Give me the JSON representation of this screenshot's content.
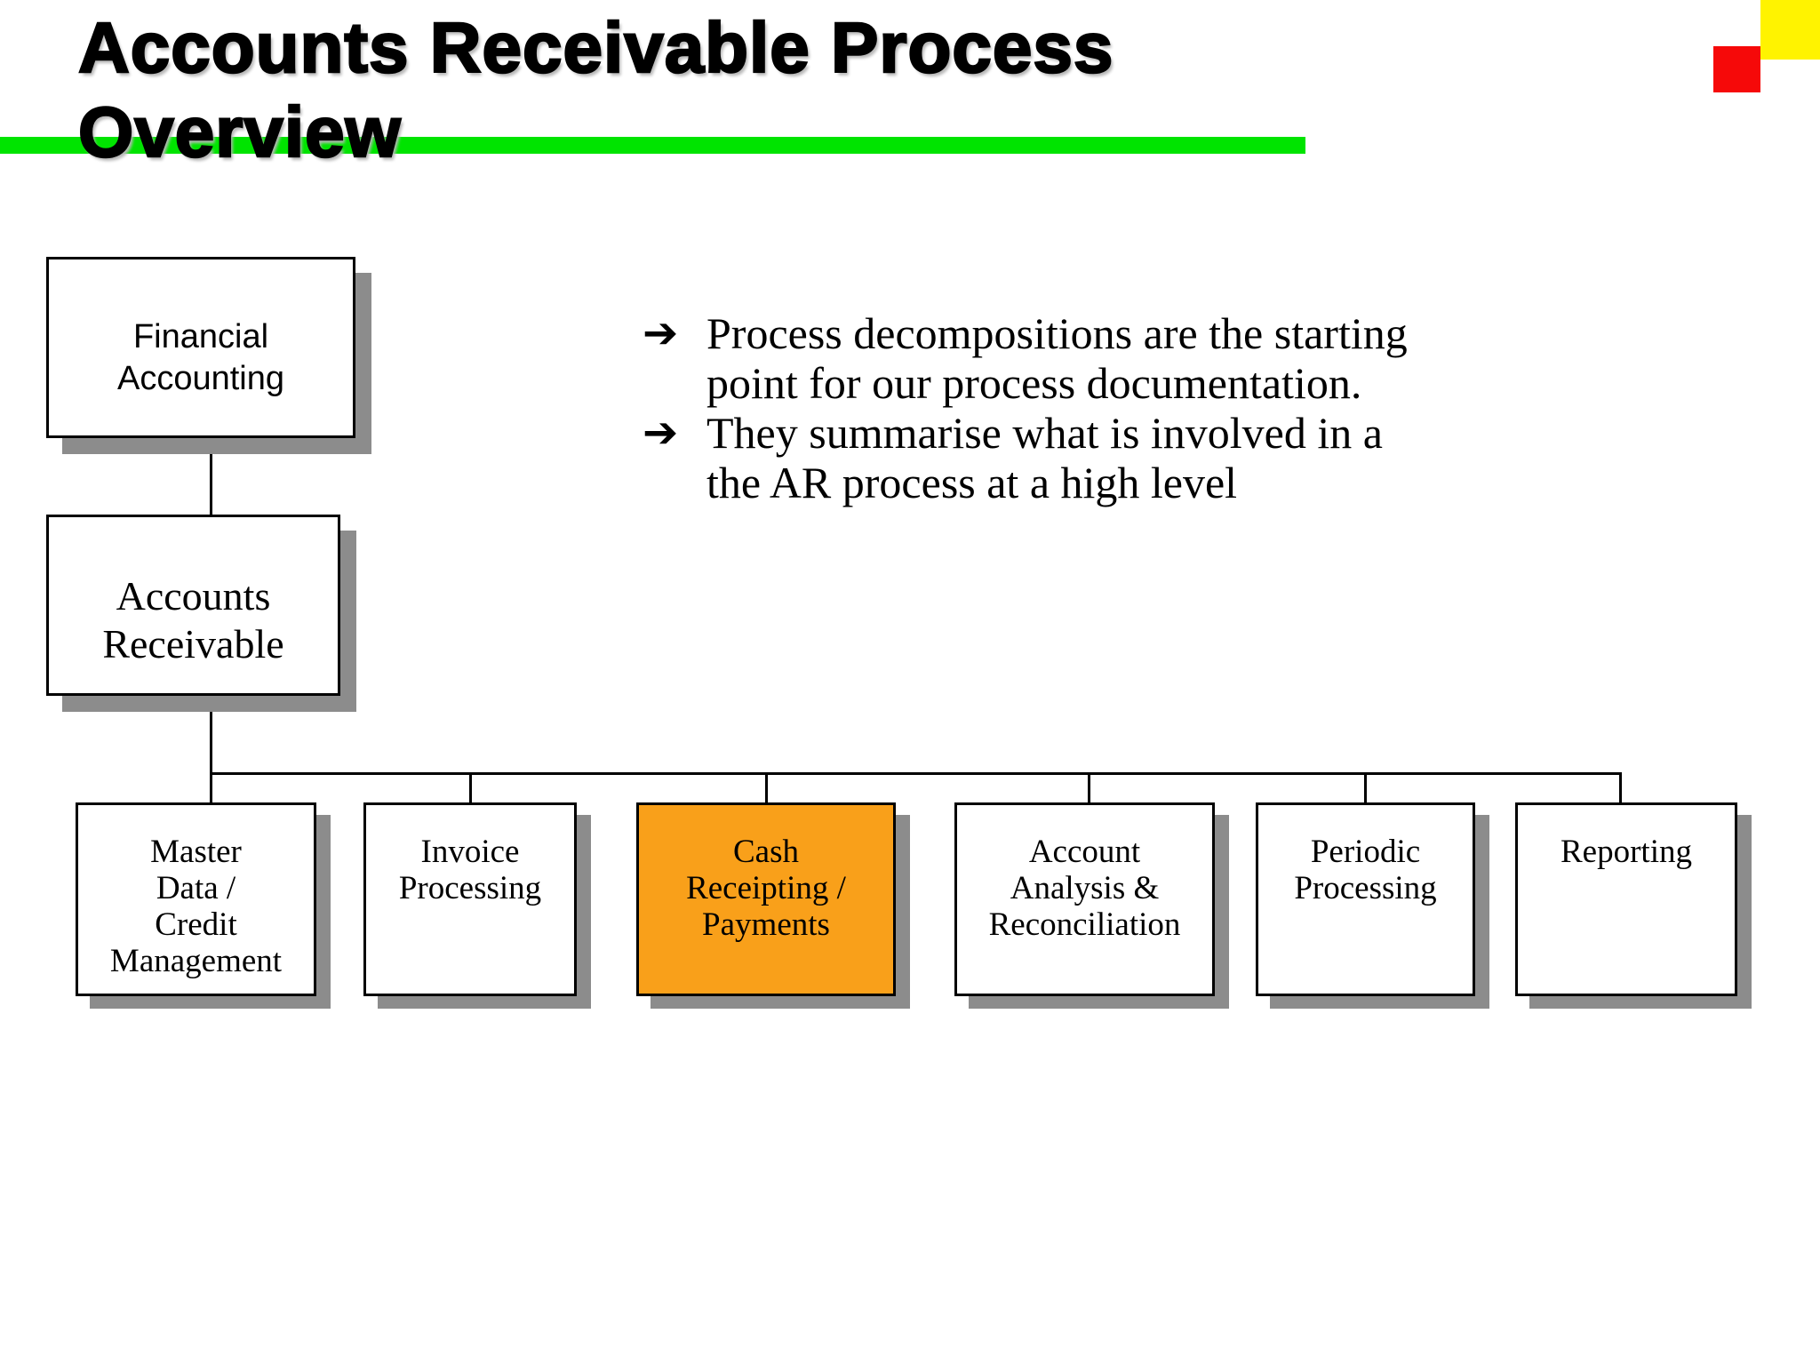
{
  "slide": {
    "title_line1": "Accounts Receivable Process",
    "title_line2": "Overview"
  },
  "decor": {
    "green_rule_color": "#00E400",
    "yellow_square_color": "#FFF300",
    "red_square_color": "#F60909",
    "shadow_color": "#8c8c8c",
    "highlight_orange": "#F9A01A"
  },
  "bullets": {
    "marker_glyph": "➔",
    "item1": {
      "lines": [
        "Process decompositions are the starting",
        "point for our process documentation."
      ]
    },
    "item2": {
      "lines": [
        "They summarise what is involved in a",
        "the AR process at a high level"
      ]
    }
  },
  "hierarchy": {
    "root": {
      "lines": [
        "Financial",
        "Accounting"
      ]
    },
    "parent": {
      "lines": [
        "Accounts",
        "Receivable"
      ]
    },
    "children": [
      {
        "id": "master-data",
        "lines": [
          "Master",
          "Data /",
          "Credit",
          "Management"
        ],
        "highlighted": false
      },
      {
        "id": "invoice",
        "lines": [
          "Invoice",
          "Processing"
        ],
        "highlighted": false
      },
      {
        "id": "cash-receipting",
        "lines": [
          "Cash",
          "Receipting /",
          "Payments"
        ],
        "highlighted": true
      },
      {
        "id": "account-analysis",
        "lines": [
          "Account",
          "Analysis &",
          "Reconciliation"
        ],
        "highlighted": false
      },
      {
        "id": "periodic",
        "lines": [
          "Periodic",
          "Processing"
        ],
        "highlighted": false
      },
      {
        "id": "reporting",
        "lines": [
          "Reporting"
        ],
        "highlighted": false
      }
    ]
  }
}
